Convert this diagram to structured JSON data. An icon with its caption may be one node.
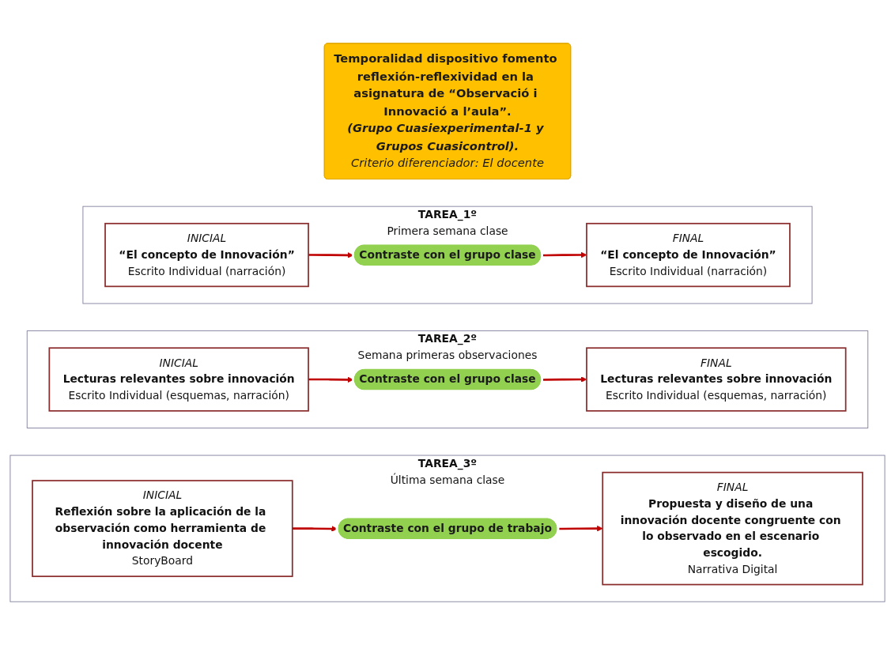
{
  "diagram": {
    "nodes": [
      {
        "text": [
          "Temporalidad dispositivo fomento reflexión-reflexividad en la asignatura de “Observació i Innovació a l’aula”.",
          "(Grupo Cuasiexperimental-1 y Grupos Cuasicontrol).",
          "Criterio diferenciador: El docente"
        ]
      },
      {
        "text": [
          "TAREA_1º"
        ],
        "beside": [
          "Primera semana clase"
        ]
      },
      {
        "text": [
          "INICIAL",
          "“El concepto de Innovación”",
          "Escrito Individual (narración)"
        ],
        "in": 1
      },
      {
        "text": [
          "Contraste con el grupo clase"
        ],
        "in": 1
      },
      {
        "text": [
          "FINAL",
          "“El concepto de Innovación”",
          "Escrito Individual (narración)"
        ],
        "in": 1
      },
      {
        "text": [
          "TAREA_2º"
        ],
        "beside": [
          "Semana primeras observaciones"
        ]
      },
      {
        "text": [
          "INICIAL",
          "Lecturas relevantes sobre innovación",
          "Escrito Individual (esquemas, narración)"
        ],
        "in": 5
      },
      {
        "text": [
          "Contraste con el grupo clase"
        ],
        "in": 5
      },
      {
        "text": [
          "FINAL",
          "Lecturas relevantes sobre innovación",
          "Escrito Individual (esquemas, narración)"
        ],
        "in": 5
      },
      {
        "text": [
          "TAREA_3º"
        ],
        "beside": [
          "Última semana clase"
        ]
      },
      {
        "text": [
          "INICIAL",
          "Reflexión sobre la aplicación de la observación como herramienta de innovación docente",
          "StoryBoard"
        ],
        "in": 9
      },
      {
        "text": [
          "Contraste con el grupo de trabajo"
        ],
        "in": 9
      },
      {
        "text": [
          "FINAL",
          "Propuesta y diseño de una innovación docente congruente con lo observado en el escenario escogido.",
          "Narrativa Digital"
        ],
        "in": 9
      }
    ],
    "edges": [
      {
        "from": 2,
        "to": 3,
        "arrow": "to"
      },
      {
        "from": 3,
        "to": 4,
        "arrow": "to"
      },
      {
        "from": 6,
        "to": 7,
        "arrow": "to"
      },
      {
        "from": 7,
        "to": 8,
        "arrow": "to"
      },
      {
        "from": 10,
        "to": 11,
        "arrow": "to"
      },
      {
        "from": 11,
        "to": 12,
        "arrow": "to"
      }
    ]
  }
}
